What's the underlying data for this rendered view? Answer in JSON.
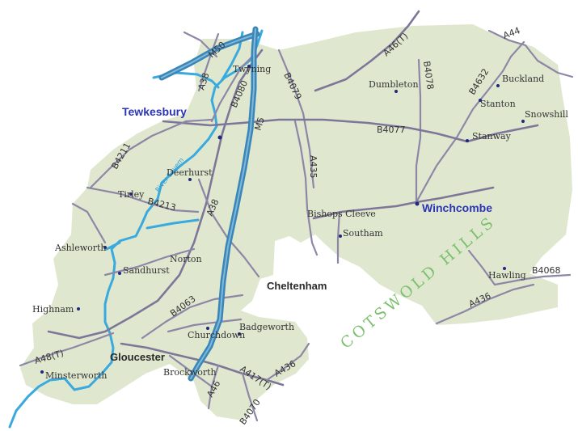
{
  "colors": {
    "land": "#dfe8cf",
    "background": "#ffffff",
    "road": "#8d86a6",
    "river": "#39a9de",
    "motorway": "#3b86b8",
    "town_label": "#2b35b5",
    "hills_label": "#7cc06e"
  },
  "towns": {
    "tewkesbury": "Tewkesbury",
    "winchcombe": "Winchcombe",
    "cheltenham": "Cheltenham",
    "gloucester": "Gloucester"
  },
  "places": {
    "twyning": "Twyning",
    "dumbleton": "Dumbleton",
    "buckland": "Buckland",
    "stanton": "Stanton",
    "snowshill": "Snowshill",
    "stanway": "Stanway",
    "deerhurst": "Deerhurst",
    "tirley": "Tirley",
    "bishops_cleeve": "Bishops Cleeve",
    "southam": "Southam",
    "ashleworth": "Ashleworth",
    "sandhurst": "Sandhurst",
    "norton": "Norton",
    "hawling": "Hawling",
    "highnam": "Highnam",
    "churchdown": "Churchdown",
    "badgeworth": "Badgeworth",
    "brockworth": "Brockworth",
    "minsterworth": "Minsterworth"
  },
  "roads": {
    "m50": "M50",
    "a38_north": "A38",
    "b4080": "B4080",
    "m5": "M5",
    "b4079": "B4079",
    "a46t_north": "A46(T)",
    "b4078": "B4078",
    "b4632": "B4632",
    "a44": "A44",
    "b4077": "B4077",
    "b4211": "B4211",
    "a435": "A435",
    "b4213": "B4213",
    "a38_south": "A38",
    "b4068": "B4068",
    "a436_east": "A436",
    "b4063": "B4063",
    "a48t": "A48(T)",
    "a417t": "A417(T)",
    "a436_south": "A436",
    "a46_south": "A46",
    "b4070": "B4070"
  },
  "rivers": {
    "severn": "River Severn"
  },
  "hills": {
    "cotswold": "COTSWOLD HILLS"
  }
}
